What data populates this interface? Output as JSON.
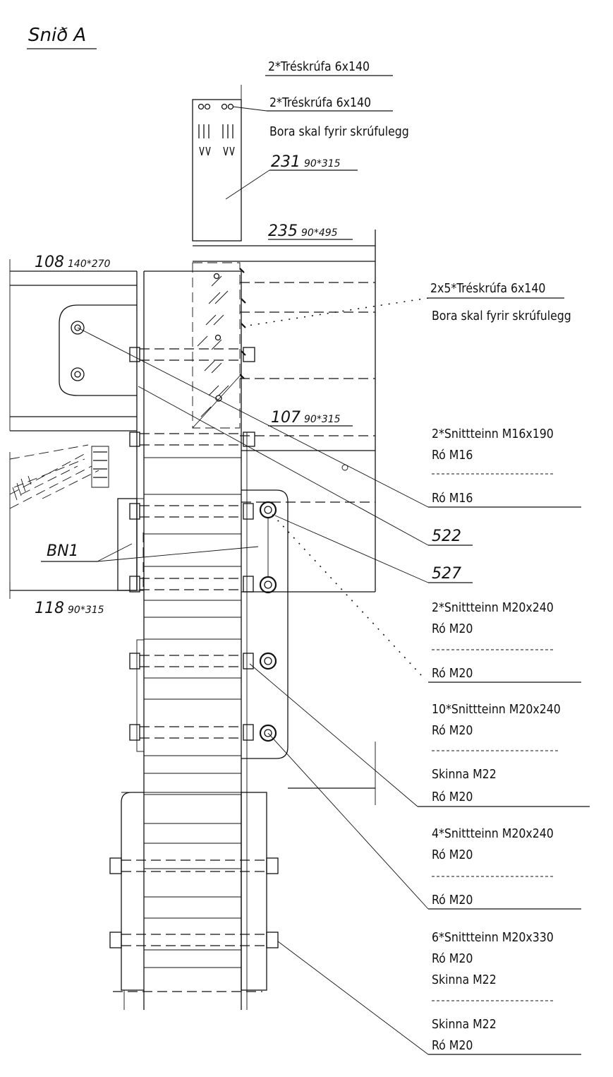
{
  "title": "Snið A",
  "parts": {
    "p231": {
      "num": "231",
      "size": "90*315"
    },
    "p235": {
      "num": "235",
      "size": "90*495"
    },
    "p108": {
      "num": "108",
      "size": "140*270"
    },
    "p107": {
      "num": "107",
      "size": "90*315"
    },
    "p118": {
      "num": "118",
      "size": "90*315"
    },
    "bn1": "BN1",
    "p522": "522",
    "p527": "527"
  },
  "callouts": {
    "top1": "2*Tréskrúfa 6x140",
    "top2": "2*Tréskrúfa 6x140",
    "top2_note": "Bora skal fyrir skrúfulegg",
    "screws": "2x5*Tréskrúfa 6x140",
    "screws_note": "Bora skal fyrir skrúfulegg",
    "m16_a": "2*Snittteinn M16x190",
    "m16_b": "Ró M16",
    "m16_c": "Ró M16",
    "m20a_a": "2*Snittteinn M20x240",
    "m20a_b": "Ró M20",
    "m20a_c": "Ró M20",
    "m20b_a": "10*Snittteinn M20x240",
    "m20b_b": "Ró M20",
    "m20b_c": "Skinna M22",
    "m20b_d": "Ró M20",
    "m20c_a": "4*Snittteinn M20x240",
    "m20c_b": "Ró M20",
    "m20c_c": "Ró M20",
    "m330_a": "6*Snittteinn M20x330",
    "m330_b": "Ró M20",
    "m330_c": "Skinna M22",
    "m330_d": "Skinna M22",
    "m330_e": "Ró M20"
  }
}
